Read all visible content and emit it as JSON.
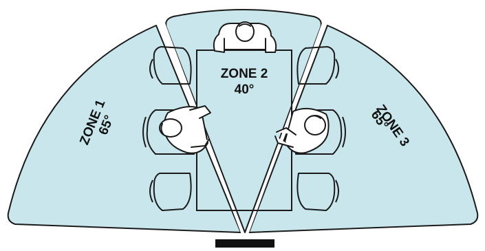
{
  "zones": [
    {
      "id": "zone-1",
      "label": "ZONE 1",
      "angle": "65°"
    },
    {
      "id": "zone-2",
      "label": "ZONE 2",
      "angle": "40°"
    },
    {
      "id": "zone-3",
      "label": "ZONE 3",
      "angle": "65°"
    }
  ],
  "colors": {
    "zone_fill": "#c8e6ec",
    "outline": "#1a1a1a",
    "device": "#111111",
    "background": "#ffffff"
  },
  "icons": [
    "person-seated-icon",
    "chair-icon",
    "table-icon",
    "camera-device-icon"
  ]
}
